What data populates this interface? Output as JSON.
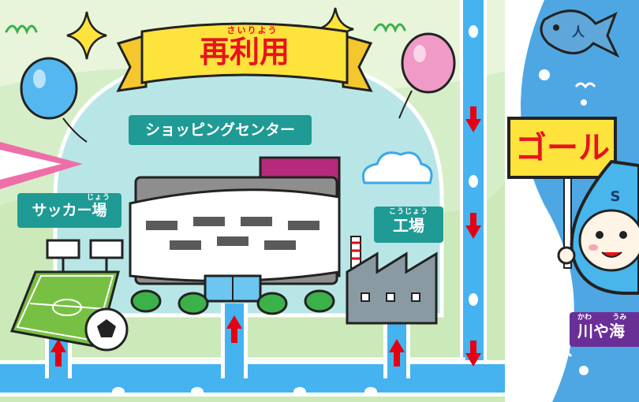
{
  "banner": {
    "ruby": "さいりよう",
    "title": "再利用"
  },
  "labels": {
    "shopping_center": "ショッピングセンター",
    "soccer_ruby": "じょう",
    "soccer_field": "サッカー場",
    "factory_ruby": "こうじょう",
    "factory": "工場",
    "river_ruby_kawa": "かわ",
    "river_ruby_umi": "うみ",
    "river_sea": "川や海"
  },
  "goal_sign": "ゴール",
  "mascot_letter": "S",
  "fish_letter": "人",
  "colors": {
    "grass": "#d6eec8",
    "grass_light": "#eaf6dc",
    "dome": "#b8e6e6",
    "water_path": "#45b3f0",
    "river": "#4ea7e3",
    "banner_yellow": "#ffe33d",
    "banner_text": "#e8131c",
    "label_teal": "#1f9a94",
    "label_purple": "#6a2f97",
    "arrow_red": "#e60012",
    "pennant_pink": "#ee6fa8",
    "building_magenta": "#b62a7b"
  },
  "icons": [
    "balloon-blue-icon",
    "balloon-pink-icon",
    "sparkle-icon",
    "cloud-icon",
    "fish-icon",
    "soccer-ball-icon",
    "floodlight-icon",
    "water-drop-mascot-icon",
    "arrow-up-icon",
    "arrow-down-icon"
  ]
}
